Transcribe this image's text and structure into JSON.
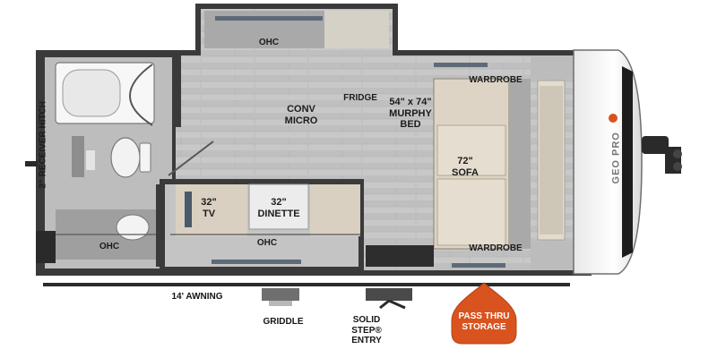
{
  "labels": {
    "receiver_hitch": "2\" RECEIVER HITCH",
    "ohc_kitchen": "OHC",
    "ohc_bath": "OHC",
    "ohc_dinette": "OHC",
    "fridge": "FRIDGE",
    "conv_micro_line1": "CONV",
    "conv_micro_line2": "MICRO",
    "murphy_line1": "54\" x 74\"",
    "murphy_line2": "MURPHY",
    "murphy_line3": "BED",
    "wardrobe_top": "WARDROBE",
    "wardrobe_bottom": "WARDROBE",
    "sofa_line1": "72\"",
    "sofa_line2": "SOFA",
    "tv_line1": "32\"",
    "tv_line2": "TV",
    "dinette_line1": "32\"",
    "dinette_line2": "DINETTE",
    "awning": "14' AWNING",
    "griddle": "GRIDDLE",
    "entry_line1": "SOLID",
    "entry_line2": "STEP®",
    "entry_line3": "ENTRY",
    "storage_line1": "PASS THRU",
    "storage_line2": "STORAGE",
    "brand_logo": "GEO PRO"
  },
  "colors": {
    "wall": "#3a3a3a",
    "floor": "#c9c9c9",
    "cushion": "#dfd6c8",
    "counter": "#9c9c9c",
    "badge": "#d9531e",
    "cap": "#f4f4f4"
  }
}
